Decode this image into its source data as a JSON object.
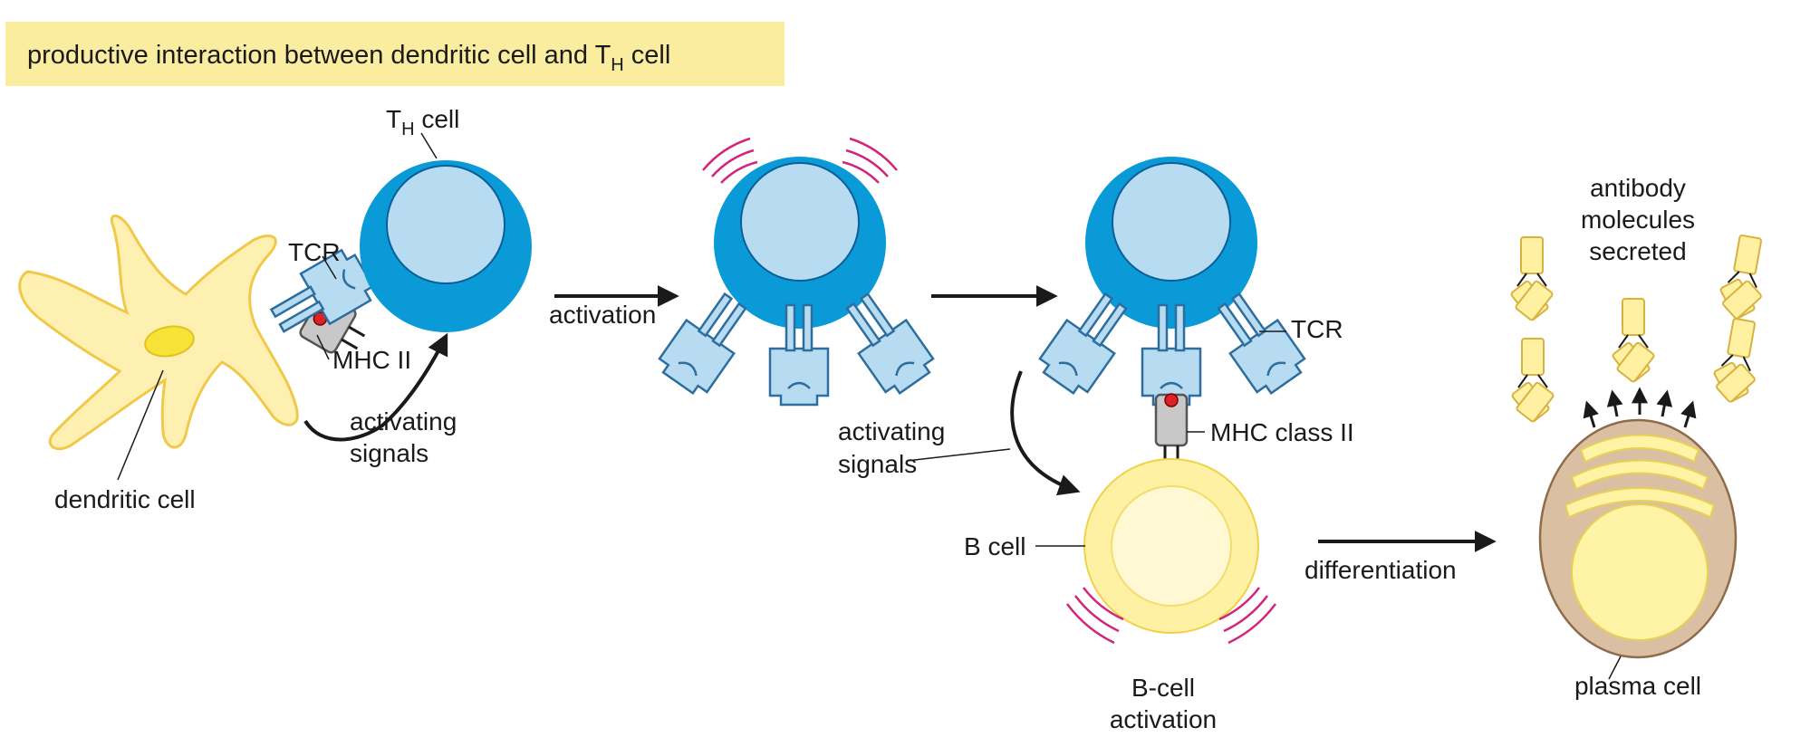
{
  "title": {
    "main": "productive interaction between dendritic cell and T",
    "sub": "H",
    "end": " cell"
  },
  "labels": {
    "th_cell_main": "T",
    "th_cell_sub": "H",
    "th_cell_end": " cell",
    "tcr_left": "TCR",
    "mhc_ii": "MHC II",
    "activating_left_1": "activating",
    "activating_left_2": "signals",
    "dendritic_cell": "dendritic cell",
    "activation": "activation",
    "activating_mid_1": "activating",
    "activating_mid_2": "signals",
    "tcr_right": "TCR",
    "mhc_class_ii": "MHC class II",
    "b_cell": "B cell",
    "b_cell_activation_1": "B-cell",
    "b_cell_activation_2": "activation",
    "differentiation": "differentiation",
    "antibody_1": "antibody",
    "antibody_2": "molecules",
    "antibody_3": "secreted",
    "plasma_cell": "plasma cell"
  },
  "colors": {
    "title_bg": "#fbeda0",
    "th_cell_outer": "#0a9ad8",
    "th_cell_nucleus": "#b7dcf2",
    "receptor_fill": "#b7dcf2",
    "receptor_stroke": "#2d6e9e",
    "mhc_fill": "#c8c8c8",
    "mhc_dot": "#d9252a",
    "dendritic_fill": "#fdf0b0",
    "dendritic_stroke": "#f1c94a",
    "dendritic_nucleus": "#f7e238",
    "b_cell_outer": "#fff1a4",
    "b_cell_inner": "#fff8d2",
    "plasma_fill": "#dbbfa3",
    "plasma_stroke": "#8d6b4b",
    "plasma_inner": "#fff3a6",
    "signal_arcs": "#d1267a",
    "antibody_fill": "#fff0a2",
    "antibody_stroke": "#d8b23e",
    "arrow": "#1a1a1a"
  }
}
